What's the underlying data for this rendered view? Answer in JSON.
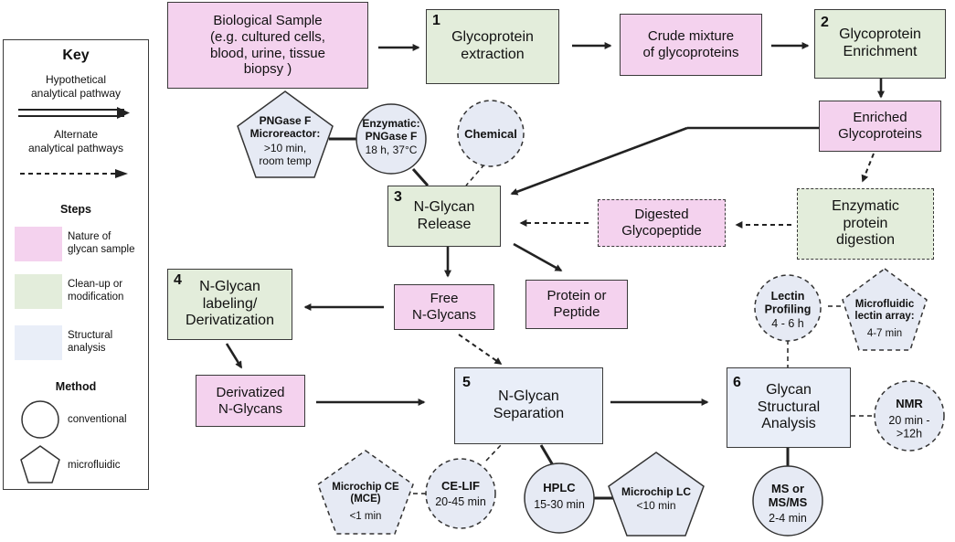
{
  "colors": {
    "nature": "#f4d2ee",
    "cleanup": "#e3eddb",
    "structural": "#e9eef8",
    "method": "#e6eaf4",
    "line": "#222222"
  },
  "key": {
    "title": "Key",
    "hypothetical": "Hypothetical\nanalytical pathway",
    "alternate": "Alternate\nanalytical pathways",
    "steps_title": "Steps",
    "nature": "Nature of\nglycan sample",
    "cleanup": "Clean-up or\nmodification",
    "structural": "Structural\nanalysis",
    "method_title": "Method",
    "conventional": "conventional",
    "microfluidic": "microfluidic"
  },
  "nodes": {
    "sample": "Biological Sample\n(e.g. cultured cells,\nblood, urine, tissue\nbiopsy )",
    "step1_num": "1",
    "step1": "Glycoprotein\nextraction",
    "crude": "Crude mixture\nof glycoproteins",
    "step2_num": "2",
    "step2": "Glycoprotein\nEnrichment",
    "enriched": "Enriched\nGlycoproteins",
    "step3_num": "3",
    "step3": "N-Glycan\nRelease",
    "digestion": "Enzymatic\nprotein\ndigestion",
    "digested": "Digested\nGlycopeptide",
    "free": "Free\nN-Glycans",
    "protein": "Protein or\nPeptide",
    "step4_num": "4",
    "step4": "N-Glycan\nlabeling/\nDerivatization",
    "derivatized": "Derivatized\nN-Glycans",
    "step5_num": "5",
    "step5": "N-Glycan\nSeparation",
    "step6_num": "6",
    "step6": "Glycan\nStructural\nAnalysis"
  },
  "methods": {
    "pngase_micro": {
      "title": "PNGase F\nMicroreactor:",
      "detail": ">10 min,\nroom temp"
    },
    "enzymatic": {
      "title": "Enzymatic:\nPNGase F",
      "detail": "18 h, 37°C"
    },
    "chemical": {
      "title": "Chemical",
      "detail": ""
    },
    "lectin": {
      "title": "Lectin\nProfiling",
      "detail": "4 - 6 h"
    },
    "lectin_array": {
      "title": "Microfluidic\nlectin array:",
      "detail": "4-7 min"
    },
    "nmr": {
      "title": "NMR",
      "detail": "20 min -\n>12h"
    },
    "ms": {
      "title": "MS or\nMS/MS",
      "detail": "2-4 min"
    },
    "mce": {
      "title": "Microchip CE\n(MCE)",
      "detail": "<1 min"
    },
    "celif": {
      "title": "CE-LIF",
      "detail": "20-45 min"
    },
    "hplc": {
      "title": "HPLC",
      "detail": "15-30 min"
    },
    "microlc": {
      "title": "Microchip LC",
      "detail": "<10 min"
    }
  }
}
